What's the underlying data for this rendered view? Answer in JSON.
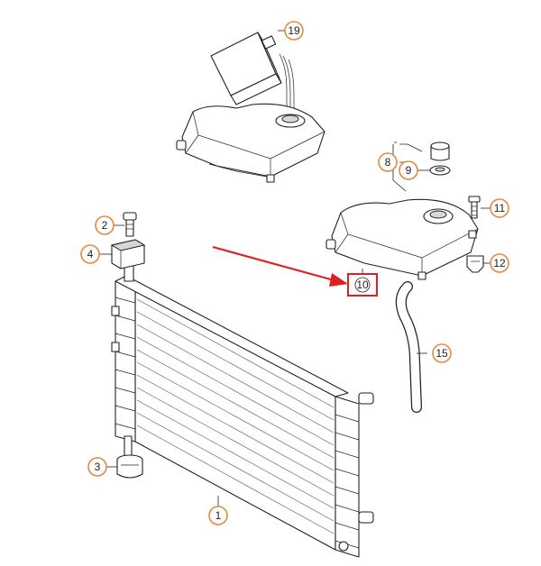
{
  "callouts": [
    {
      "id": "c19",
      "label": "19",
      "style": "circle"
    },
    {
      "id": "c8",
      "label": "8",
      "style": "circle"
    },
    {
      "id": "c9",
      "label": "9",
      "style": "circle"
    },
    {
      "id": "c11",
      "label": "11",
      "style": "circle"
    },
    {
      "id": "c12",
      "label": "12",
      "style": "circle"
    },
    {
      "id": "c2",
      "label": "2",
      "style": "circle"
    },
    {
      "id": "c4",
      "label": "4",
      "style": "circle"
    },
    {
      "id": "c10",
      "label": "10",
      "style": "highlight-box"
    },
    {
      "id": "c15",
      "label": "15",
      "style": "circle"
    },
    {
      "id": "c3",
      "label": "3",
      "style": "circle"
    },
    {
      "id": "c1",
      "label": "1",
      "style": "circle"
    }
  ],
  "colors": {
    "callout_ring": "#e58a3c",
    "highlight": "#e02020",
    "line": "#222222",
    "background": "#ffffff"
  }
}
